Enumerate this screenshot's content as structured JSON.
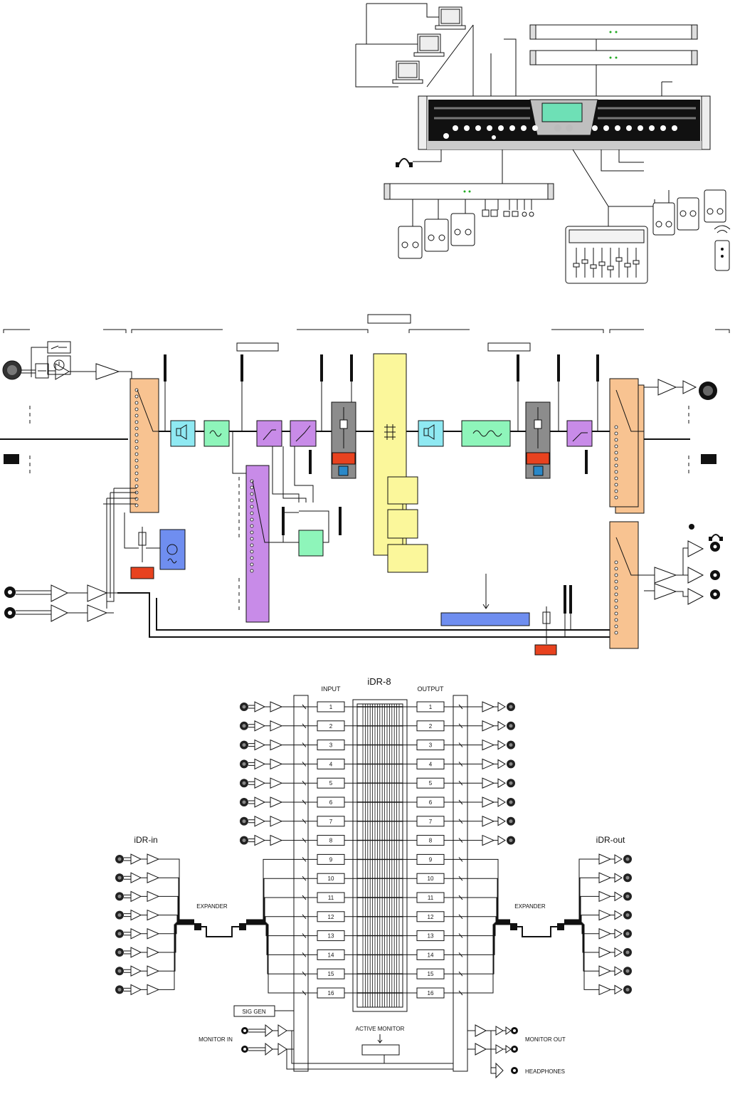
{
  "colors": {
    "orange": "#f8c391",
    "cyan": "#8fe9f2",
    "green": "#8ef5ba",
    "purple": "#c88be8",
    "yellow": "#fbf79b",
    "blue": "#6f8ef0",
    "gray": "#8c8c8c",
    "red": "#e8421f"
  },
  "icons": {
    "headphones": "headphones-icon",
    "pc": "computer-icon",
    "remote": "remote-control-icon"
  },
  "matrix": {
    "title": "iDR-8",
    "input_label": "INPUT",
    "output_label": "OUTPUT",
    "channels": [
      "1",
      "2",
      "3",
      "4",
      "5",
      "6",
      "7",
      "8",
      "9",
      "10",
      "11",
      "12",
      "13",
      "14",
      "15",
      "16"
    ],
    "in_expander_title": "iDR-in",
    "out_expander_title": "iDR-out",
    "expander_label": "EXPANDER",
    "expander_label_right": "EXPANDER",
    "sig_gen_label": "SIG GEN",
    "monitor_in_label": "MONITOR IN",
    "active_monitor_label": "ACTIVE MONITOR",
    "monitor_out_label": "MONITOR OUT",
    "headphones_label": "HEADPHONES"
  }
}
